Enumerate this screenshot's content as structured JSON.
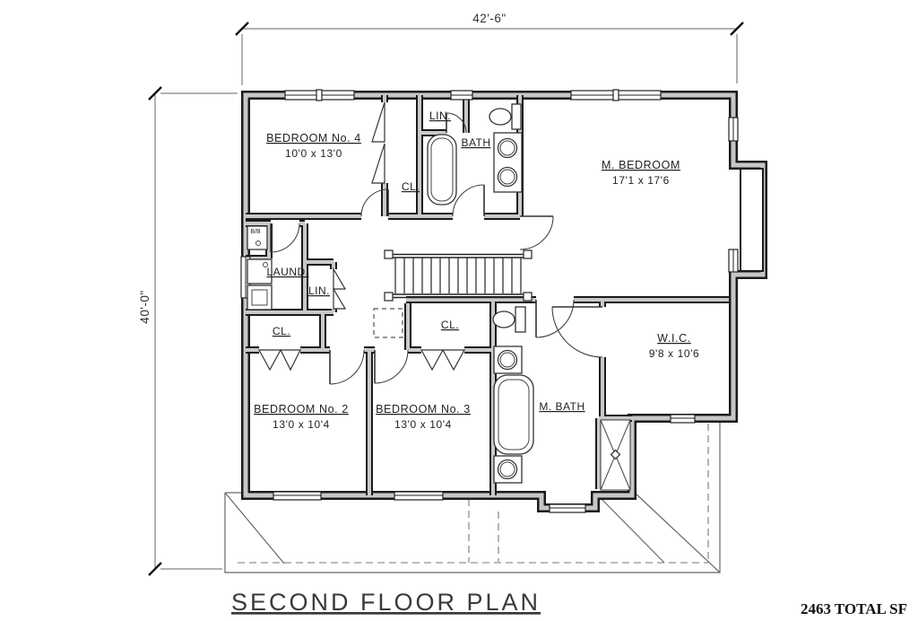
{
  "title": {
    "text": "SECOND FLOOR PLAN"
  },
  "footer": {
    "total_sf": "2463 TOTAL SF"
  },
  "dims": {
    "width": "42'-6\"",
    "height": "40'-0\""
  },
  "rooms": {
    "bedroom4": {
      "name": "BEDROOM No. 4",
      "size": "10'0 x 13'0"
    },
    "m_bedroom": {
      "name": "M. BEDROOM",
      "size": "17'1 x 17'6"
    },
    "bedroom2": {
      "name": "BEDROOM No. 2",
      "size": "13'0 x 10'4"
    },
    "bedroom3": {
      "name": "BEDROOM No. 3",
      "size": "13'0 x 10'4"
    },
    "wic": {
      "name": "W.I.C.",
      "size": "9'8 x 10'6"
    },
    "bath": {
      "name": "BATH"
    },
    "m_bath": {
      "name": "M. BATH"
    },
    "laundry": {
      "name": "LAUND."
    },
    "linen_top": {
      "name": "LIN."
    },
    "linen_hall": {
      "name": "LIN."
    },
    "closet_bed4": {
      "name": "CL."
    },
    "closet_bed2": {
      "name": "CL."
    },
    "closet_bed3": {
      "name": "CL."
    },
    "bb_closet": {
      "name": "B/B"
    }
  }
}
